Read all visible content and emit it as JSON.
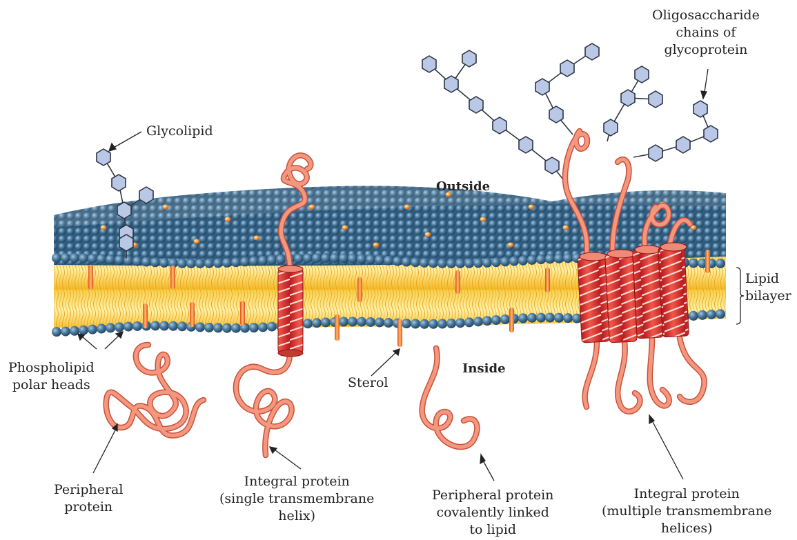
{
  "labels": {
    "oligosaccharide": [
      "Oligosaccharide",
      "chains of",
      "glycoprotein"
    ],
    "glycolipid": "Glycolipid",
    "outside": "Outside",
    "inside": "Inside",
    "lipid_bilayer": [
      "Lipid",
      "bilayer"
    ],
    "phospholipid_heads": [
      "Phospholipid",
      "polar heads"
    ],
    "sterol": "Sterol",
    "peripheral_protein": [
      "Peripheral",
      "protein"
    ],
    "integral_single": [
      "Integral protein",
      "(single transmembrane",
      "helix)"
    ],
    "peripheral_lipid": [
      "Peripheral protein",
      "covalently linked",
      "to lipid"
    ],
    "integral_multiple": [
      "Integral protein",
      "(multiple transmembrane",
      "helices)"
    ]
  },
  "colors": {
    "head_blue": "#3f6f92",
    "tail_yellow": "#f5bd2b",
    "protein": "#f08a74",
    "helix_red": "#d9262a",
    "sugar_fill": "#b9c8e6",
    "sugar_stroke": "#2c3440"
  }
}
